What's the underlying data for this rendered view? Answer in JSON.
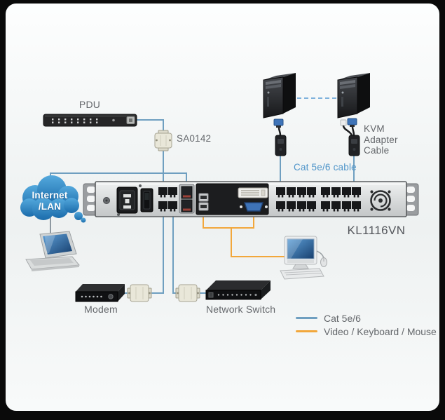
{
  "device": {
    "model": "KL1116VN"
  },
  "labels": {
    "pdu": "PDU",
    "sa0142": "SA0142",
    "kvm_adapter_cable": [
      "KVM",
      "Adapter",
      "Cable"
    ],
    "cat_cable_top": "Cat 5e/6 cable",
    "cloud": [
      "Internet",
      "/LAN"
    ],
    "modem": "Modem",
    "network_switch": "Network Switch"
  },
  "legend": {
    "items": [
      {
        "label": "Cat 5e/6",
        "color": "#6f9fc0"
      },
      {
        "label": "Video / Keyboard / Mouse",
        "color": "#f2a73b"
      }
    ]
  },
  "colors": {
    "cat_cable_line": "#6f9fc0",
    "kvm_cable_line": "#f2a73b",
    "server_link_dashed": "#7fb2dc",
    "cloud_blue_top": "#54a9dd",
    "cloud_blue_bottom": "#1b6cab",
    "label_gray": "#64676b",
    "blue_text": "#4e94c9"
  }
}
